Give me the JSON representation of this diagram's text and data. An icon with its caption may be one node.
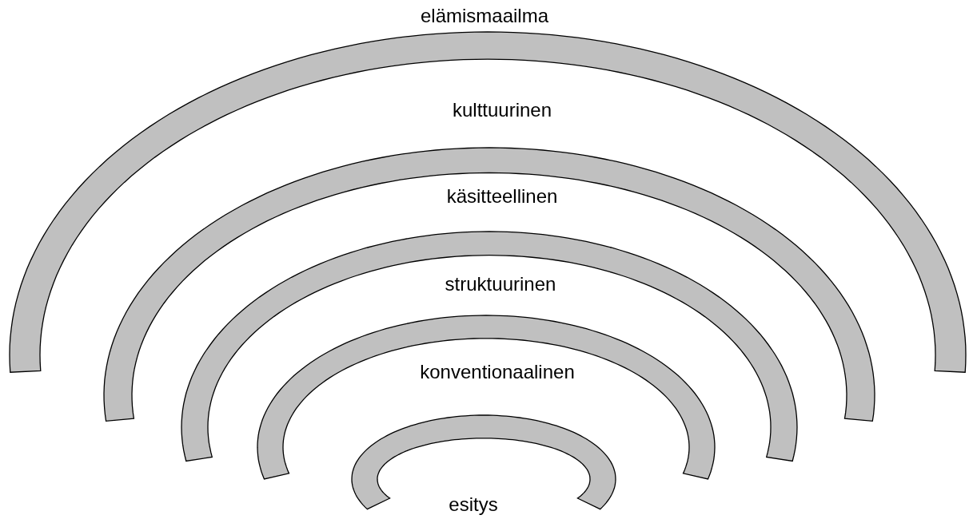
{
  "diagram": {
    "nodes": [
      {
        "text": [
          "elämismaailma"
        ]
      },
      {
        "text": [
          "kulttuurinen"
        ]
      },
      {
        "text": [
          "käsitteellinen"
        ]
      },
      {
        "text": [
          "struktuurinen"
        ]
      },
      {
        "text": [
          "konventionaalinen"
        ]
      }
    ],
    "labels": [
      "esitys"
    ]
  }
}
